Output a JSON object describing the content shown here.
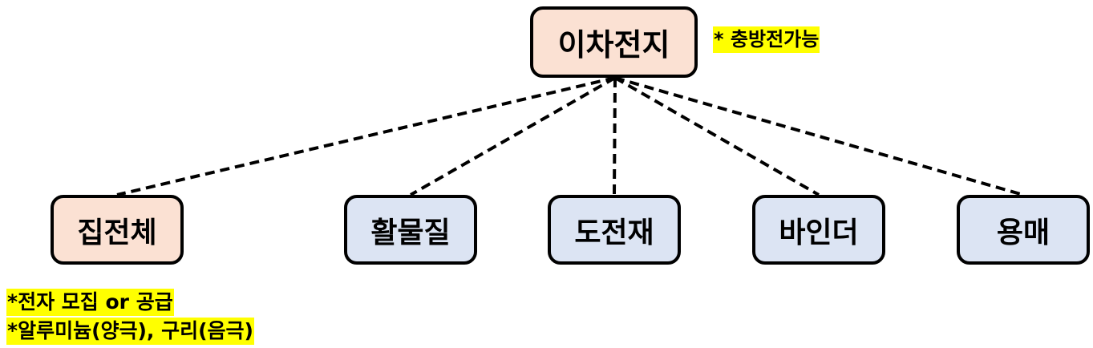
{
  "colors": {
    "root_fill": "#FBE1D3",
    "collector_fill": "#FBE1D3",
    "component_fill": "#DCE4F3",
    "highlight": "#FFFF00",
    "border": "#000000",
    "connector": "#000000"
  },
  "root": {
    "label": "이차전지",
    "note": "* 충방전가능"
  },
  "children": [
    {
      "label": "집전체"
    },
    {
      "label": "활물질"
    },
    {
      "label": "도전재"
    },
    {
      "label": "바인더"
    },
    {
      "label": "용매"
    }
  ],
  "collector_notes": [
    "*전자 모집 or 공급",
    "*알루미늄(양극), 구리(음극)"
  ]
}
